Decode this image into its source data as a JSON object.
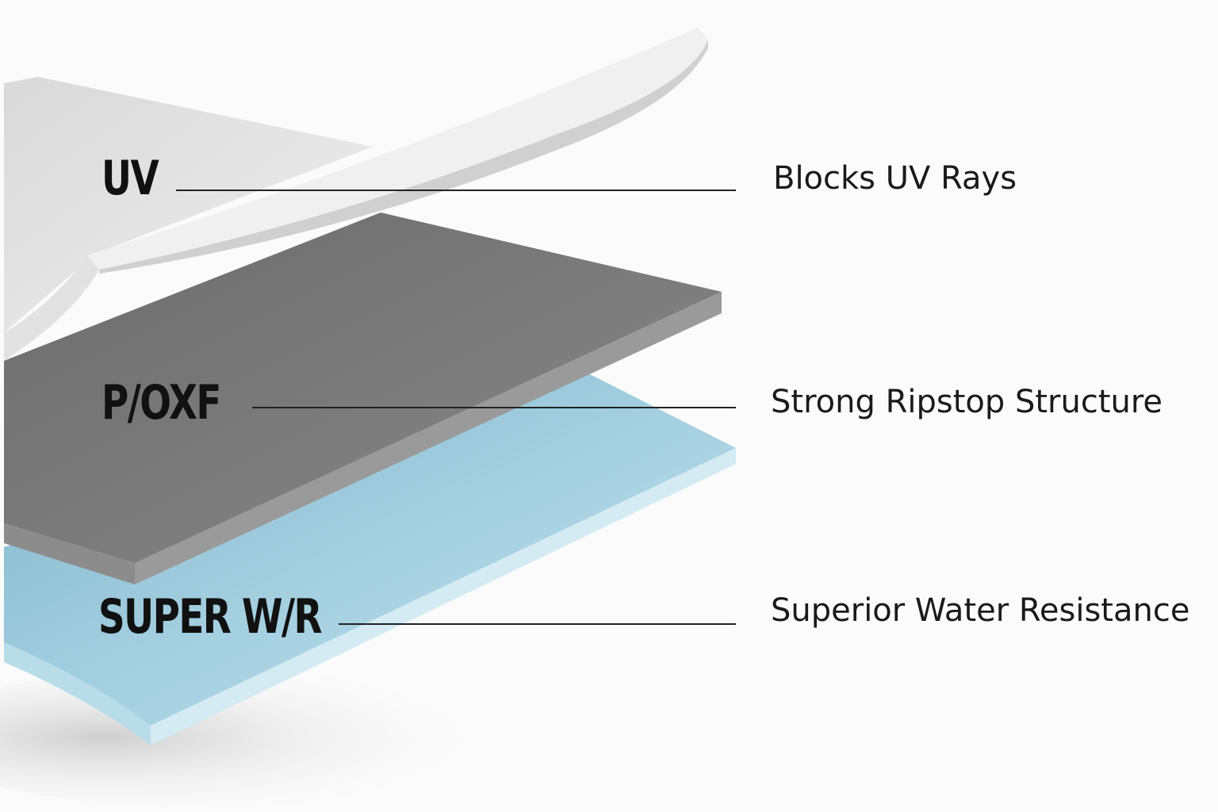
{
  "layers": [
    {
      "label": "UV",
      "description": "Blocks UV Rays",
      "color": "#e6e6e6"
    },
    {
      "label": "P/OXF",
      "description": "Strong Ripstop Structure",
      "color": "#7a7a7a"
    },
    {
      "label": "SUPER W/R",
      "description": "Superior Water Resistance",
      "color": "#a8d2e2"
    }
  ]
}
